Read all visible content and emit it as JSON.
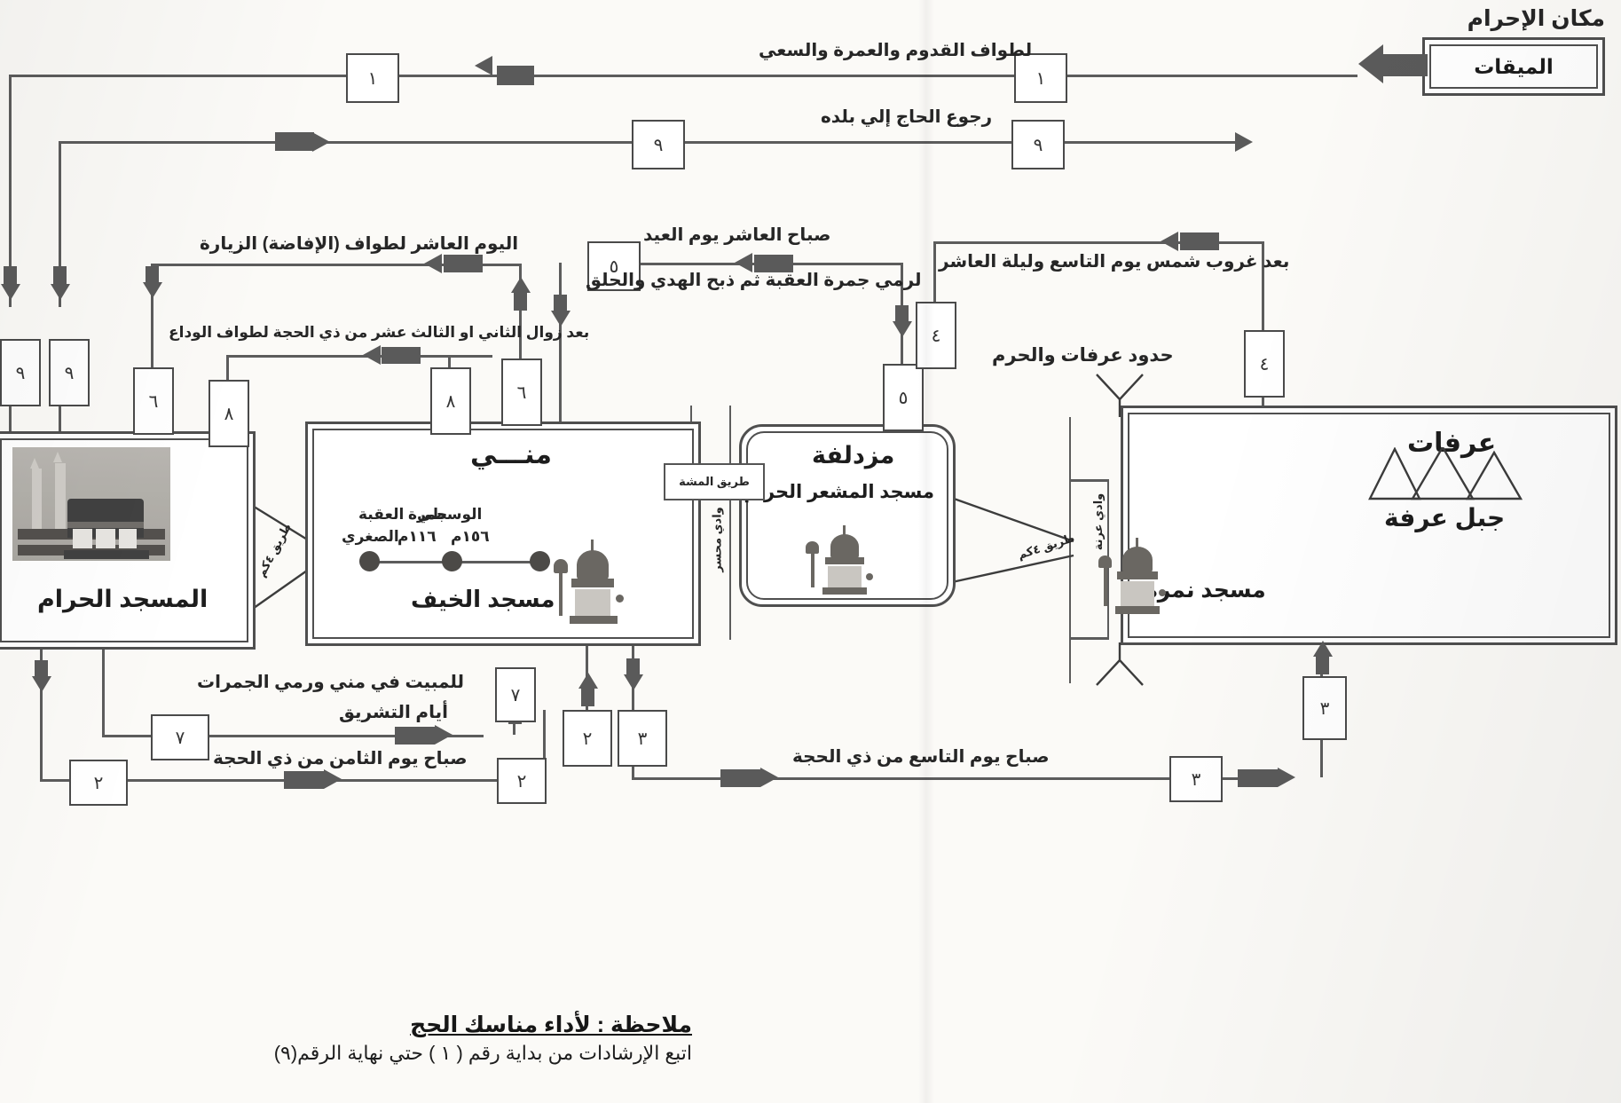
{
  "diagram": {
    "title_note_heading": "ملاحظة : لأداء مناسك الحج",
    "title_note_body": "اتبع الإرشادات من بداية رقم ( ١ ) حتي نهاية الرقم(٩)"
  },
  "places": {
    "miqat": {
      "label": "الميقات",
      "caption": "مكان الإحرام"
    },
    "haram": {
      "label": "المسجد الحرام"
    },
    "mina": {
      "label": "منـــي",
      "mosque": "مسجد الخيف",
      "jamarat": {
        "aqaba": "جمرة العقبة",
        "wusta": "الوسطي",
        "wusta_dist": "١٥٦م",
        "sughra": "الصغري",
        "sughra_dist": "١١٦م"
      }
    },
    "muzdalifah": {
      "label": "مزدلفة",
      "mosque": "مسجد المشعر الحرام"
    },
    "arafat": {
      "label": "عرفات",
      "mountain": "جبل عرفة",
      "mosque": "مسجد نمرة"
    }
  },
  "annotations": {
    "wadi_muhassir": "وادي محسر",
    "wadi_uranah": "وادي عرنة",
    "boundary": "حدود عرفات والحرم",
    "walk_path": "طريق المشة",
    "road_haram_mina": "طريق ٤كم",
    "road_muz_arafat": "طريق ٤كم",
    "road_muz_mina": "طريق ٤كم"
  },
  "flows": [
    {
      "id": "f1",
      "number": "١",
      "label": "لطواف القدوم والعمرة والسعي"
    },
    {
      "id": "f9",
      "number": "٩",
      "label": "رجوع الحاج إلي بلده"
    },
    {
      "id": "f5",
      "number": "٥",
      "label_top": "صباح العاشر يوم العيد",
      "label_bottom": "لرمي جمرة العقبة ثم ذبح الهدي  والحلق"
    },
    {
      "id": "f4",
      "number": "٤",
      "label": "بعد غروب شمس يوم التاسع وليلة العاشر"
    },
    {
      "id": "f6",
      "number": "٦",
      "label": "اليوم العاشر لطواف (الإفاضة) الزيارة"
    },
    {
      "id": "f8",
      "number": "٨",
      "label": "بعد زوال الثاني او الثالث عشر من ذي الحجة لطواف الوداع"
    },
    {
      "id": "f7",
      "number": "٧",
      "label_top": "للمبيت في مني ورمي الجمرات",
      "label_bottom": "أيام التشريق"
    },
    {
      "id": "f2",
      "number": "٢",
      "label": "صباح يوم الثامن من ذي الحجة"
    },
    {
      "id": "f3",
      "number": "٣",
      "label": "صباح يوم التاسع من ذي الحجة"
    }
  ],
  "markers": {
    "n1_left": "١",
    "n1_right": "١",
    "n9_left": "٩",
    "n9_right": "٩",
    "n9_far": "٩",
    "n5_mid": "٥",
    "n5_low": "٥",
    "n4_left": "٤",
    "n4_right": "٤",
    "n6_a": "٦",
    "n6_b": "٦",
    "n8_a": "٨",
    "n8_b": "٨",
    "n7_a": "٧",
    "n7_b": "٧",
    "n2_a": "٢",
    "n2_b": "٢",
    "n3_a": "٣",
    "n3_b": "٣"
  },
  "colors": {
    "ink": "#2b2b2b",
    "line": "#5c5c5c",
    "paper": "#fbfaf7"
  }
}
